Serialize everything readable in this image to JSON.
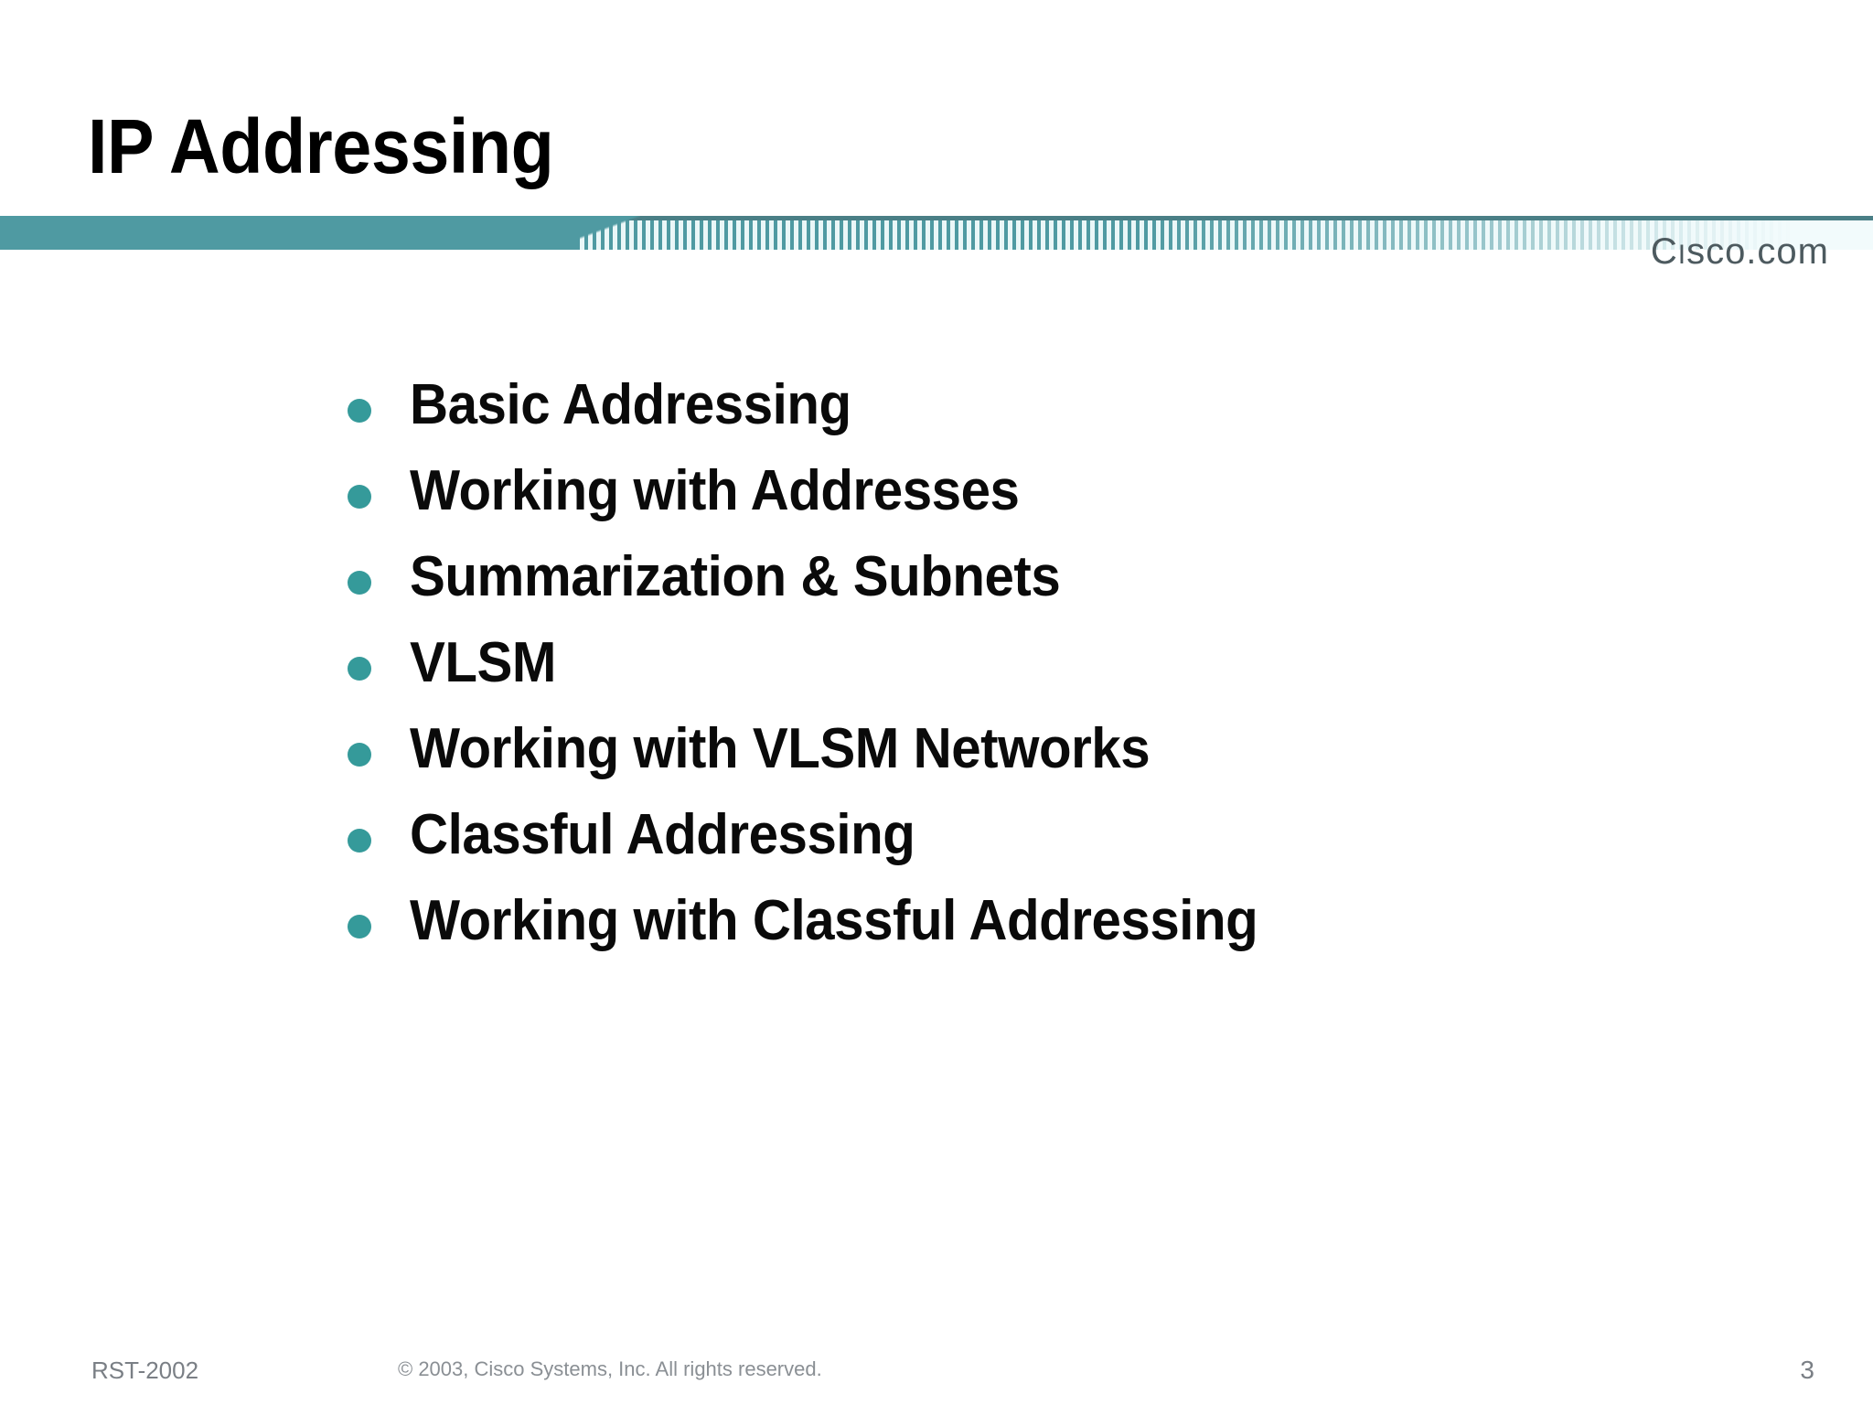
{
  "slide": {
    "title": "IP Addressing",
    "page_number": "3"
  },
  "branding": {
    "logo_lead": "C",
    "logo_smallcap": "I",
    "logo_rest": "sco.com",
    "logo_full": "Cisco.com",
    "banner_color": "#4f9aa2",
    "banner_rule_color": "#4a7f86",
    "bullet_color": "#359a9a"
  },
  "bullets": [
    {
      "label": "Basic Addressing"
    },
    {
      "label": "Working with Addresses"
    },
    {
      "label": "Summarization & Subnets"
    },
    {
      "label": "VLSM"
    },
    {
      "label": "Working with VLSM Networks"
    },
    {
      "label": "Classful Addressing"
    },
    {
      "label": "Working with Classful Addressing"
    }
  ],
  "footer": {
    "course_code": "RST-2002",
    "copyright": "© 2003, Cisco Systems, Inc. All rights reserved."
  }
}
